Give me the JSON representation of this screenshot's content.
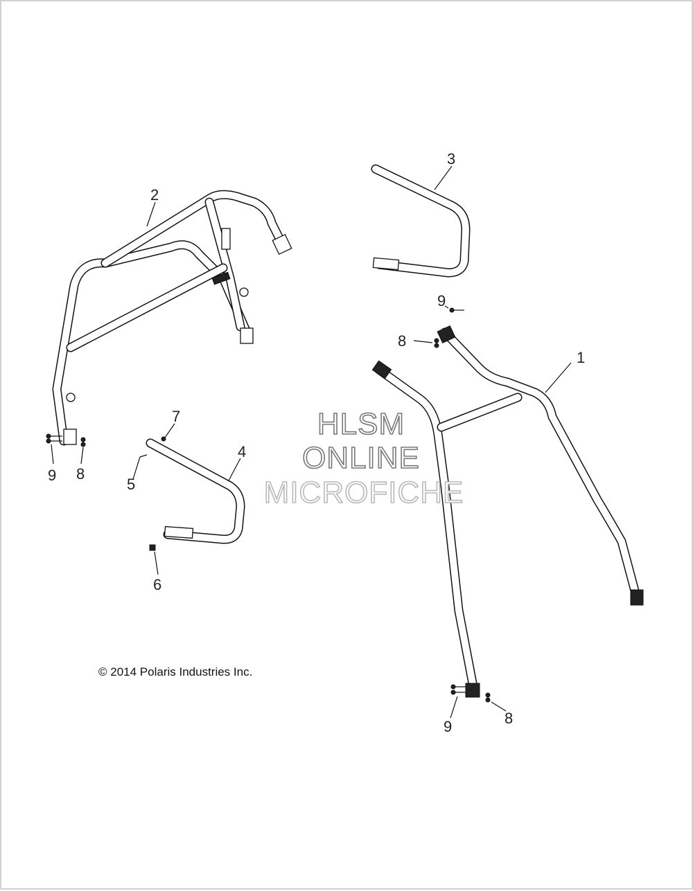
{
  "diagram": {
    "watermark": [
      "HLSM",
      "ONLINE",
      "MICROFICHE"
    ],
    "copyright": "© 2014 Polaris Industries Inc.",
    "callouts": [
      "1",
      "2",
      "3",
      "4",
      "5",
      "6",
      "7",
      "8",
      "9",
      "8",
      "9",
      "8",
      "9"
    ]
  }
}
